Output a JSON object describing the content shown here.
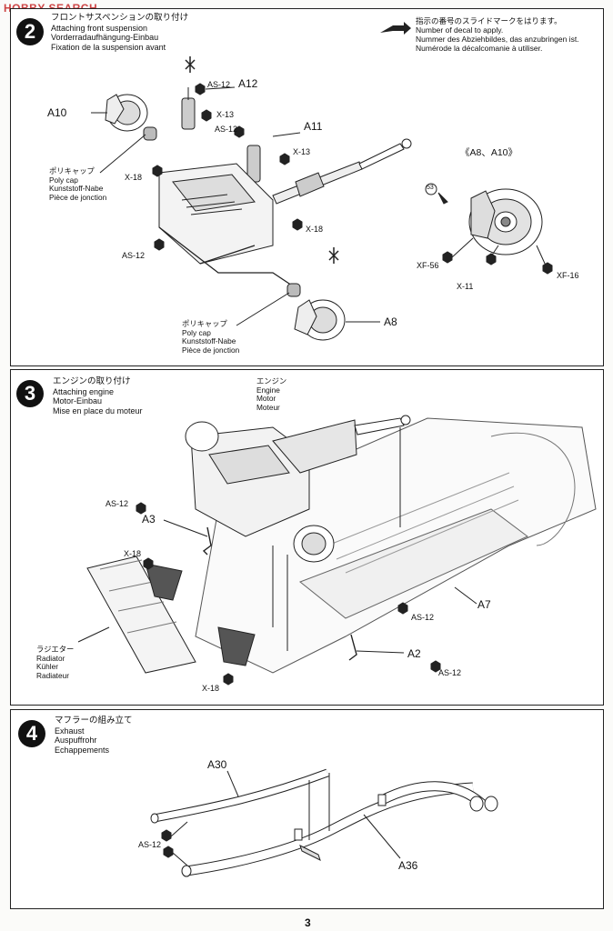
{
  "watermark": "HOBBY SEARCH",
  "page_number": "3",
  "decal_note": {
    "jp": "指示の番号のスライドマークをはります。",
    "en": "Number of decal to apply.",
    "de": "Nummer des Abziehbildes, das anzubringen ist.",
    "fr": "Numérode la décalcomanie à utiliser."
  },
  "step2": {
    "number": "2",
    "jp": "フロントサスペンションの取り付け",
    "en": "Attaching front suspension",
    "de": "Vorderradaufhängung-Einbau",
    "fr": "Fixation de la suspension avant",
    "labels": {
      "a10": "A10",
      "a12": "A12",
      "a11": "A11",
      "a8": "A8",
      "as12_top": "AS-12",
      "as12_mid": "AS-12",
      "as12_left": "AS-12",
      "x13_a": "X-13",
      "x13_b": "X-13",
      "x18_a": "X-18",
      "x18_b": "X-18",
      "inset_title": "《A8、A10》",
      "decal_53": "53",
      "xf56": "XF-56",
      "x11": "X-11",
      "xf16": "XF-16"
    },
    "polycap_1": {
      "jp": "ポリキャップ",
      "en": "Poly cap",
      "de": "Kunststoff-Nabe",
      "fr": "Pièce de jonction"
    },
    "polycap_2": {
      "jp": "ポリキャップ",
      "en": "Poly cap",
      "de": "Kunststoff-Nabe",
      "fr": "Pièce de jonction"
    }
  },
  "step3": {
    "number": "3",
    "jp": "エンジンの取り付け",
    "en": "Attaching engine",
    "de": "Motor-Einbau",
    "fr": "Mise en place du moteur",
    "engine": {
      "jp": "エンジン",
      "en": "Engine",
      "de": "Motor",
      "fr": "Moteur"
    },
    "radiator": {
      "jp": "ラジエター",
      "en": "Radiator",
      "de": "Kühler",
      "fr": "Radiateur"
    },
    "labels": {
      "as12_a": "AS-12",
      "a3": "A3",
      "x18_a": "X-18",
      "a7": "A7",
      "as12_b": "AS-12",
      "a2": "A2",
      "as12_c": "AS-12",
      "x18_b": "X-18"
    }
  },
  "step4": {
    "number": "4",
    "jp": "マフラーの組み立て",
    "en": "Exhaust",
    "de": "Auspuffrohr",
    "fr": "Echappements",
    "labels": {
      "a30": "A30",
      "a36": "A36",
      "as12": "AS-12"
    }
  }
}
